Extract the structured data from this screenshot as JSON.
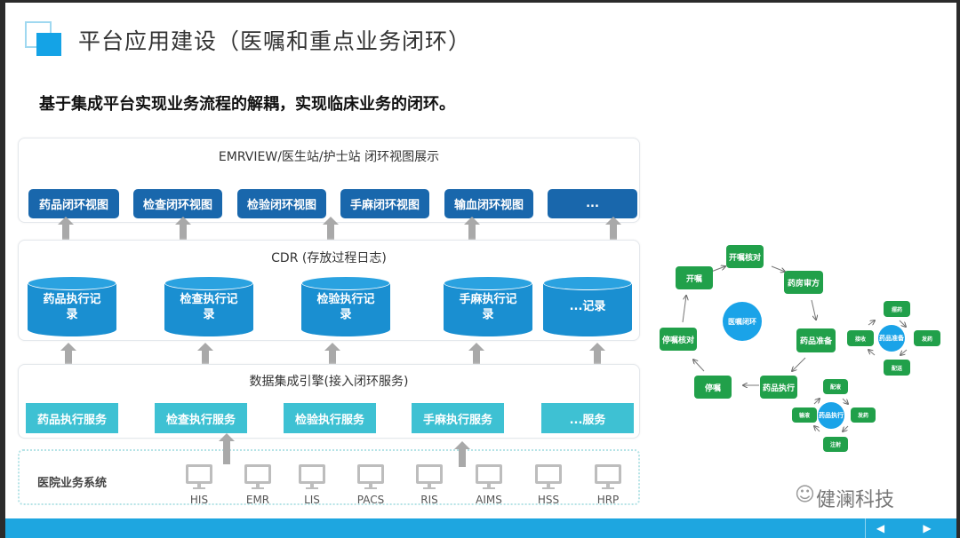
{
  "header": {
    "title": "平台应用建设（医嘱和重点业务闭环）",
    "subtitle": "基于集成平台实现业务流程的解耦，实现临床业务的闭环。"
  },
  "layer_view": {
    "title": "EMRVIEW/医生站/护士站  闭环视图展示",
    "items": [
      "药品闭环视图",
      "检查闭环视图",
      "检验闭环视图",
      "手麻闭环视图",
      "输血闭环视图",
      "..."
    ]
  },
  "layer_cdr": {
    "title": "CDR (存放过程日志)",
    "items": [
      [
        "药品执行记",
        "录"
      ],
      [
        "检查执行记",
        "录"
      ],
      [
        "检验执行记",
        "录"
      ],
      [
        "手麻执行记",
        "录"
      ],
      [
        "...记录",
        ""
      ]
    ]
  },
  "layer_engine": {
    "title": "数据集成引擎(接入闭环服务)",
    "items": [
      "药品执行服务",
      "检查执行服务",
      "检验执行服务",
      "手麻执行服务",
      "...服务"
    ]
  },
  "layer_systems": {
    "title": "医院业务系统",
    "items": [
      "HIS",
      "EMR",
      "LIS",
      "PACS",
      "RIS",
      "AIMS",
      "HSS",
      "HRP"
    ]
  },
  "loop": {
    "center": "医嘱闭环",
    "steps": [
      "开嘱",
      "开嘱核对",
      "药房审方",
      "药品准备",
      "药品执行",
      "停嘱",
      "停嘱核对"
    ],
    "prep": {
      "center": "药品准备",
      "items": [
        "摆药",
        "发药",
        "配送",
        "接收"
      ]
    },
    "exec": {
      "center": "药品执行",
      "items": [
        "配液",
        "发药",
        "注射",
        "输液"
      ]
    }
  },
  "watermark": "健澜科技",
  "nav": {
    "prev": "◀",
    "next": "▶"
  }
}
